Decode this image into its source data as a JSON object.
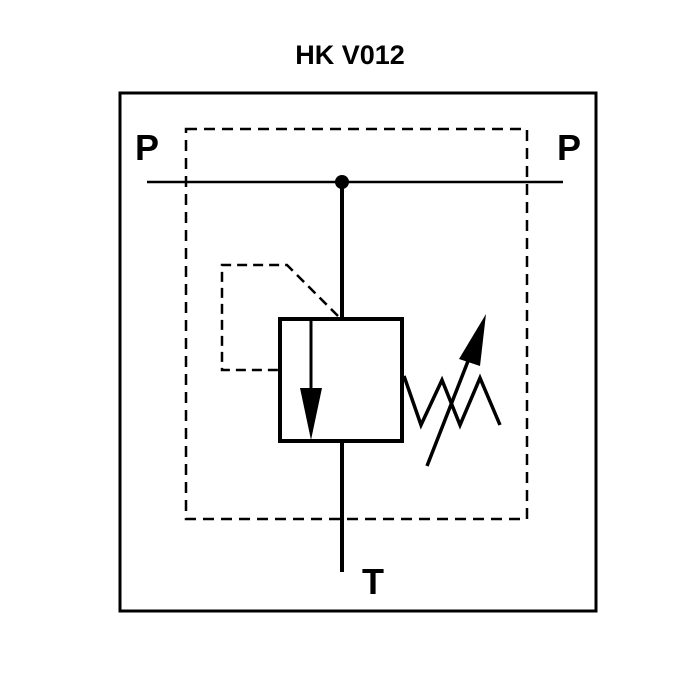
{
  "title": "HK V012",
  "ports": {
    "left_inlet": "P",
    "right_inlet": "P",
    "tank": "T"
  },
  "colors": {
    "line": "#000000",
    "background": "#ffffff"
  }
}
